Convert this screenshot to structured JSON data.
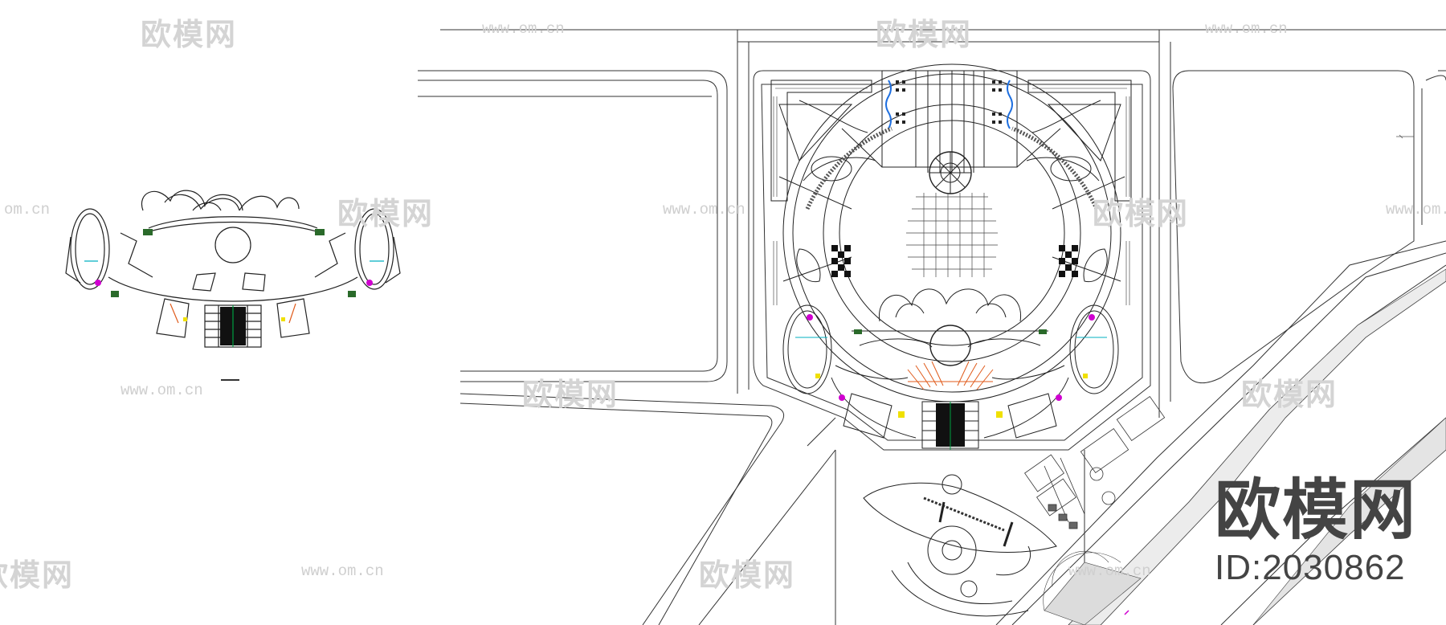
{
  "watermark": {
    "brand": "欧模网",
    "url": "www.om.cn",
    "url_partial": "om.cn",
    "brand_partial": "欧模网"
  },
  "brand_stamp": {
    "name": "欧模网",
    "id_text": "ID:2030862"
  },
  "drawing": {
    "detail_caption": "",
    "line_color": "#000000",
    "accent_colors": {
      "water": "#1e6fe0",
      "plaza_orange": "#e05a1a",
      "magenta": "#d000d0",
      "cyan": "#00b0c0",
      "green": "#00a040",
      "yellow": "#f0e000"
    }
  }
}
